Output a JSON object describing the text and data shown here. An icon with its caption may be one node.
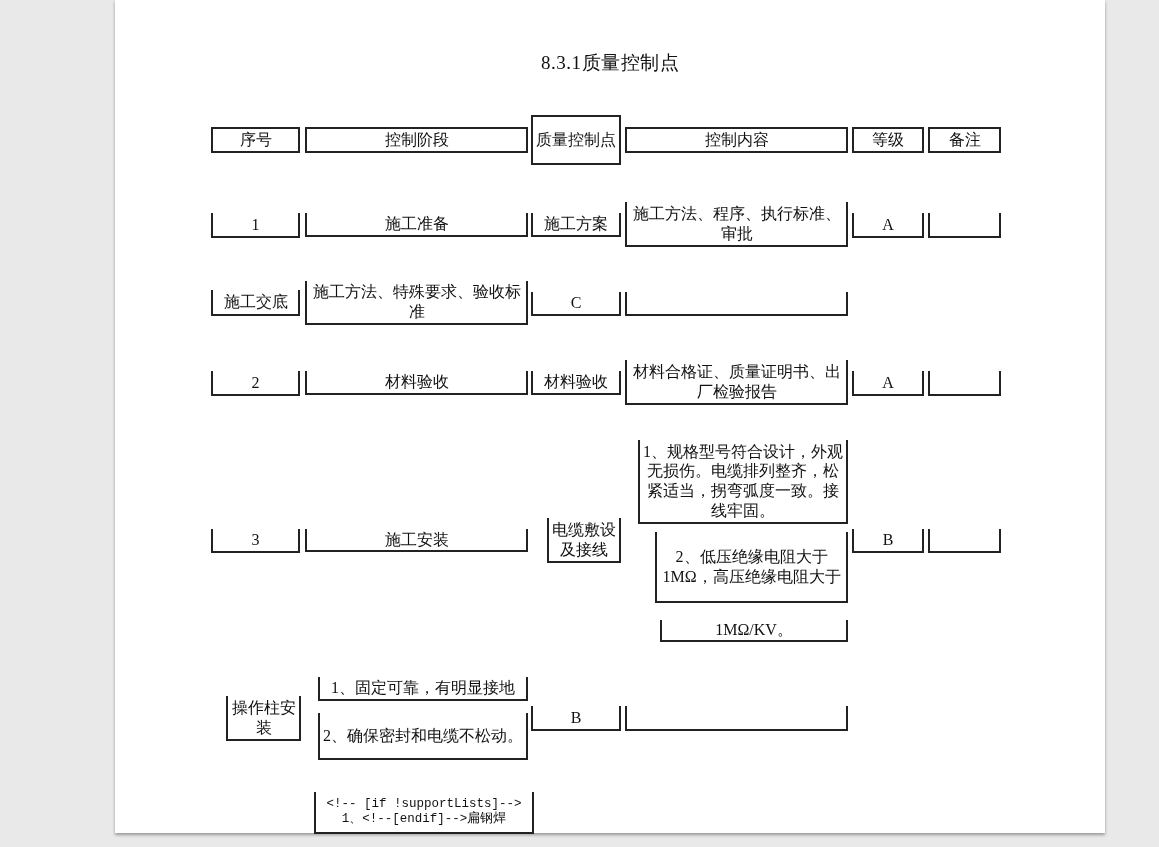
{
  "diagram": {
    "title": "8.3.1质量控制点",
    "nodes": [
      {
        "text": [
          "序号"
        ]
      },
      {
        "text": [
          "控制阶段"
        ]
      },
      {
        "text": [
          "质量控制点"
        ]
      },
      {
        "text": [
          "控制内容"
        ]
      },
      {
        "text": [
          "等级"
        ]
      },
      {
        "text": [
          "备注"
        ]
      },
      {
        "text": [
          "1"
        ]
      },
      {
        "text": [
          "施工准备"
        ]
      },
      {
        "text": [
          "施工方案"
        ]
      },
      {
        "text": [
          "施工方法、程序、执行标准、审批"
        ]
      },
      {
        "text": [
          "A"
        ]
      },
      {
        "text": [],
        "shape": "box"
      },
      {
        "text": [
          "施工交底"
        ]
      },
      {
        "text": [
          "施工方法、特殊要求、验收标准"
        ]
      },
      {
        "text": [
          "C"
        ]
      },
      {
        "text": [],
        "shape": "box"
      },
      {
        "text": [
          "2"
        ]
      },
      {
        "text": [
          "材料验收"
        ]
      },
      {
        "text": [
          "材料验收"
        ]
      },
      {
        "text": [
          "材料合格证、质量证明书、出厂检验报告"
        ]
      },
      {
        "text": [
          "A"
        ]
      },
      {
        "text": [],
        "shape": "box"
      },
      {
        "text": [
          "3"
        ]
      },
      {
        "text": [
          "施工安装"
        ]
      },
      {
        "text": [
          "电缆敷设及接线"
        ]
      },
      {
        "text": [
          "1、规格型号符合设计，外观无损伤。电缆排列整齐，松紧适当，拐弯弧度一致。接线牢固。"
        ]
      },
      {
        "text": [
          "2、低压绝缘电阻大于1MΩ，高压绝缘电阻大于"
        ]
      },
      {
        "text": [
          "1MΩ/KV。"
        ]
      },
      {
        "text": [
          "B"
        ]
      },
      {
        "text": [],
        "shape": "box"
      },
      {
        "text": [
          "操作柱安装"
        ]
      },
      {
        "text": [
          "1、固定可靠，有明显接地"
        ]
      },
      {
        "text": [
          "2、确保密封和电缆不松动。"
        ]
      },
      {
        "text": [
          "B"
        ]
      },
      {
        "text": [],
        "shape": "box"
      },
      {
        "text": [
          "<!-- [if !supportLists]--> 1、<!--[endif]-->扁钢焊"
        ]
      }
    ],
    "edges": []
  }
}
